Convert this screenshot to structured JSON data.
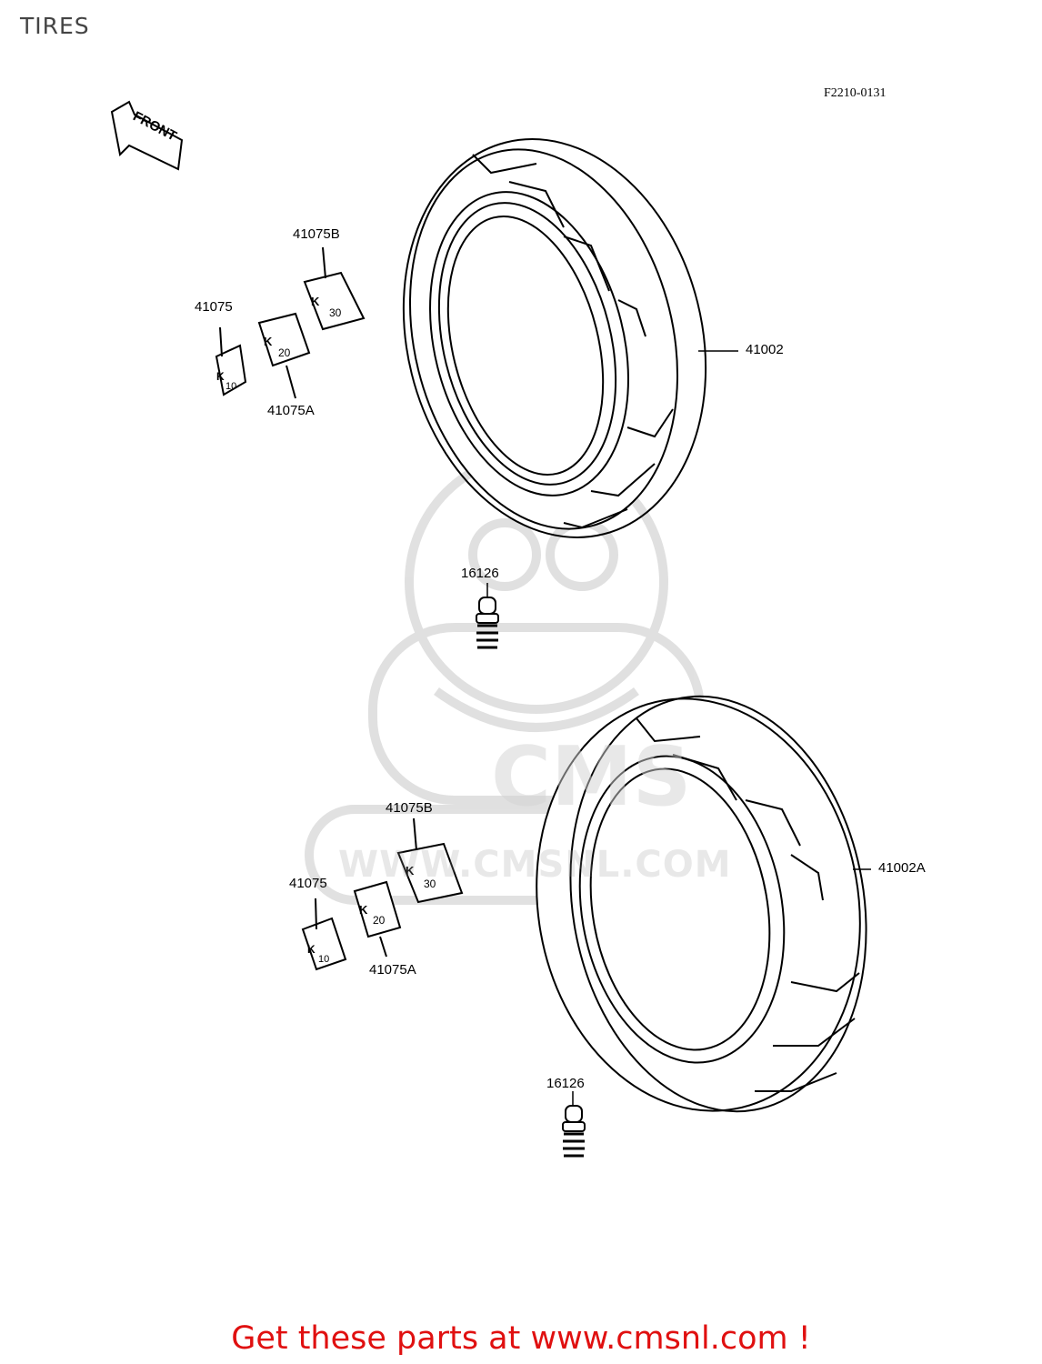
{
  "header": {
    "title": "TIRES"
  },
  "diagram": {
    "code": "F2210-0131",
    "front_arrow_label": "FRONT",
    "watermark": {
      "brand": "CMS",
      "url": "WWW.CMSNL.COM"
    },
    "weight_marks": {
      "k": "K",
      "w10": "10",
      "w20": "20",
      "w30": "30"
    },
    "parts": {
      "front_tire": "41002",
      "rear_tire": "41002A",
      "front_valve": "16126",
      "rear_valve": "16126",
      "front_weight_10": "41075",
      "front_weight_20": "41075A",
      "front_weight_30": "41075B",
      "rear_weight_10": "41075",
      "rear_weight_20": "41075A",
      "rear_weight_30": "41075B"
    }
  },
  "footer": {
    "cta": "Get these parts at www.cmsnl.com !"
  },
  "colors": {
    "cta": "#e01010",
    "line": "#000000",
    "watermark": "#bdbdbd"
  }
}
